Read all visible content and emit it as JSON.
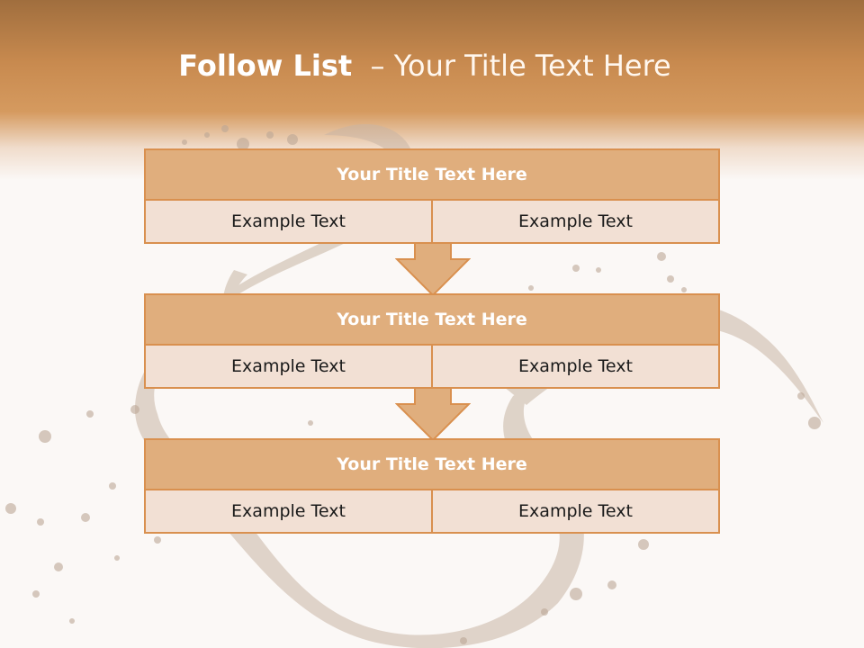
{
  "slide": {
    "title_bold": "Follow List",
    "title_rest": "  – Your Title Text Here"
  },
  "steps": [
    {
      "title": "Your Title Text Here",
      "left": "Example Text",
      "right": "Example Text"
    },
    {
      "title": "Your Title Text Here",
      "left": "Example Text",
      "right": "Example Text"
    },
    {
      "title": "Your Title Text Here",
      "left": "Example Text",
      "right": "Example Text"
    }
  ],
  "colors": {
    "accent": "#d9904f",
    "title_fill": "#e0ae7d",
    "cell_fill": "#f2e0d4",
    "header_band": "#c88a4f"
  }
}
